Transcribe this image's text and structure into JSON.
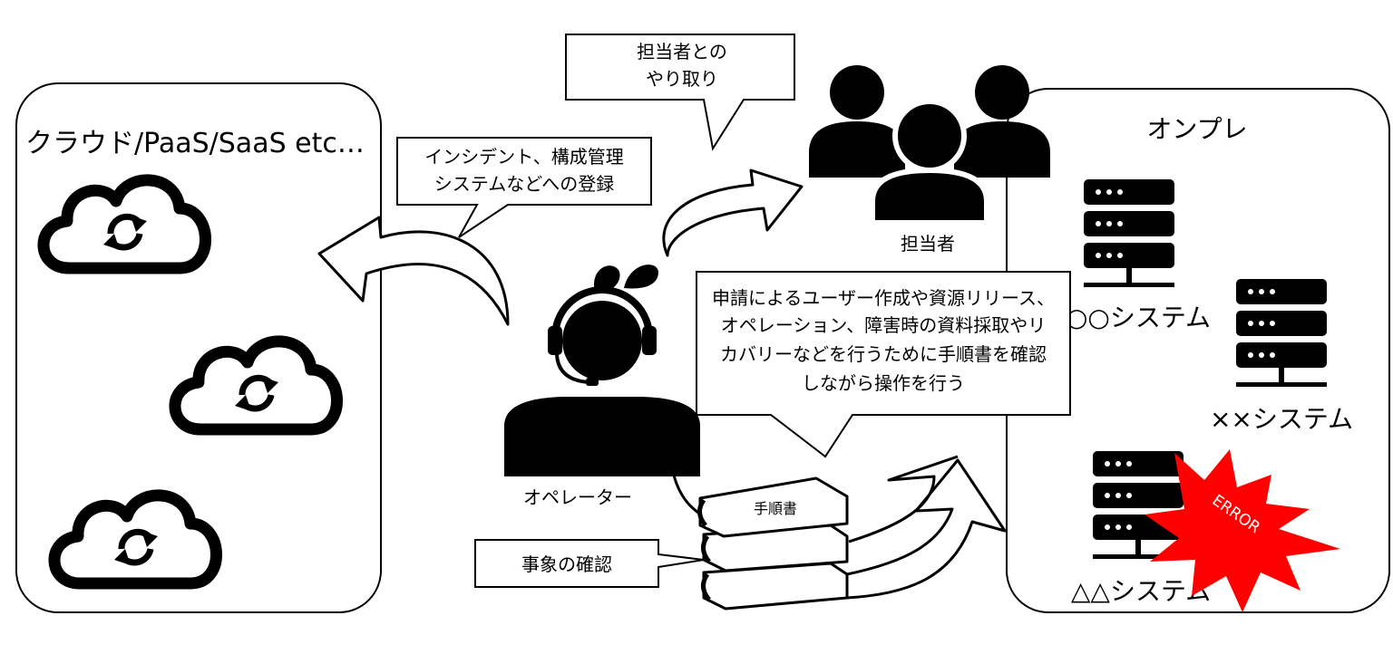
{
  "cloud_panel": {
    "title": "クラウド/PaaS/SaaS  etc…"
  },
  "onprem_panel": {
    "title": "オンプレ"
  },
  "callouts": {
    "registration": [
      "インシデント、構成管理",
      "システムなどへの登録"
    ],
    "contact": [
      "担当者との",
      "やり取り"
    ],
    "operations": [
      "申請によるユーザー作成や資源リリース、",
      "オペレーション、障害時の資料採取やリ",
      "カバリーなどを行うために手順書を確認",
      "しながら操作を行う"
    ],
    "confirm": "事象の確認"
  },
  "actors": {
    "staff": "担当者",
    "operator": "オペレーター"
  },
  "manual": {
    "label": "手順書"
  },
  "systems": {
    "circle": "○○システム",
    "cross": "××システム",
    "triangle": "△△システム"
  },
  "error_badge": {
    "text": "ERROR",
    "color": "#ff0000"
  },
  "icons": [
    "cloud-sync-icon",
    "people-group-icon",
    "headset-operator-icon",
    "server-rack-icon",
    "book-stack-icon",
    "error-burst-icon",
    "curved-arrow-icon"
  ]
}
